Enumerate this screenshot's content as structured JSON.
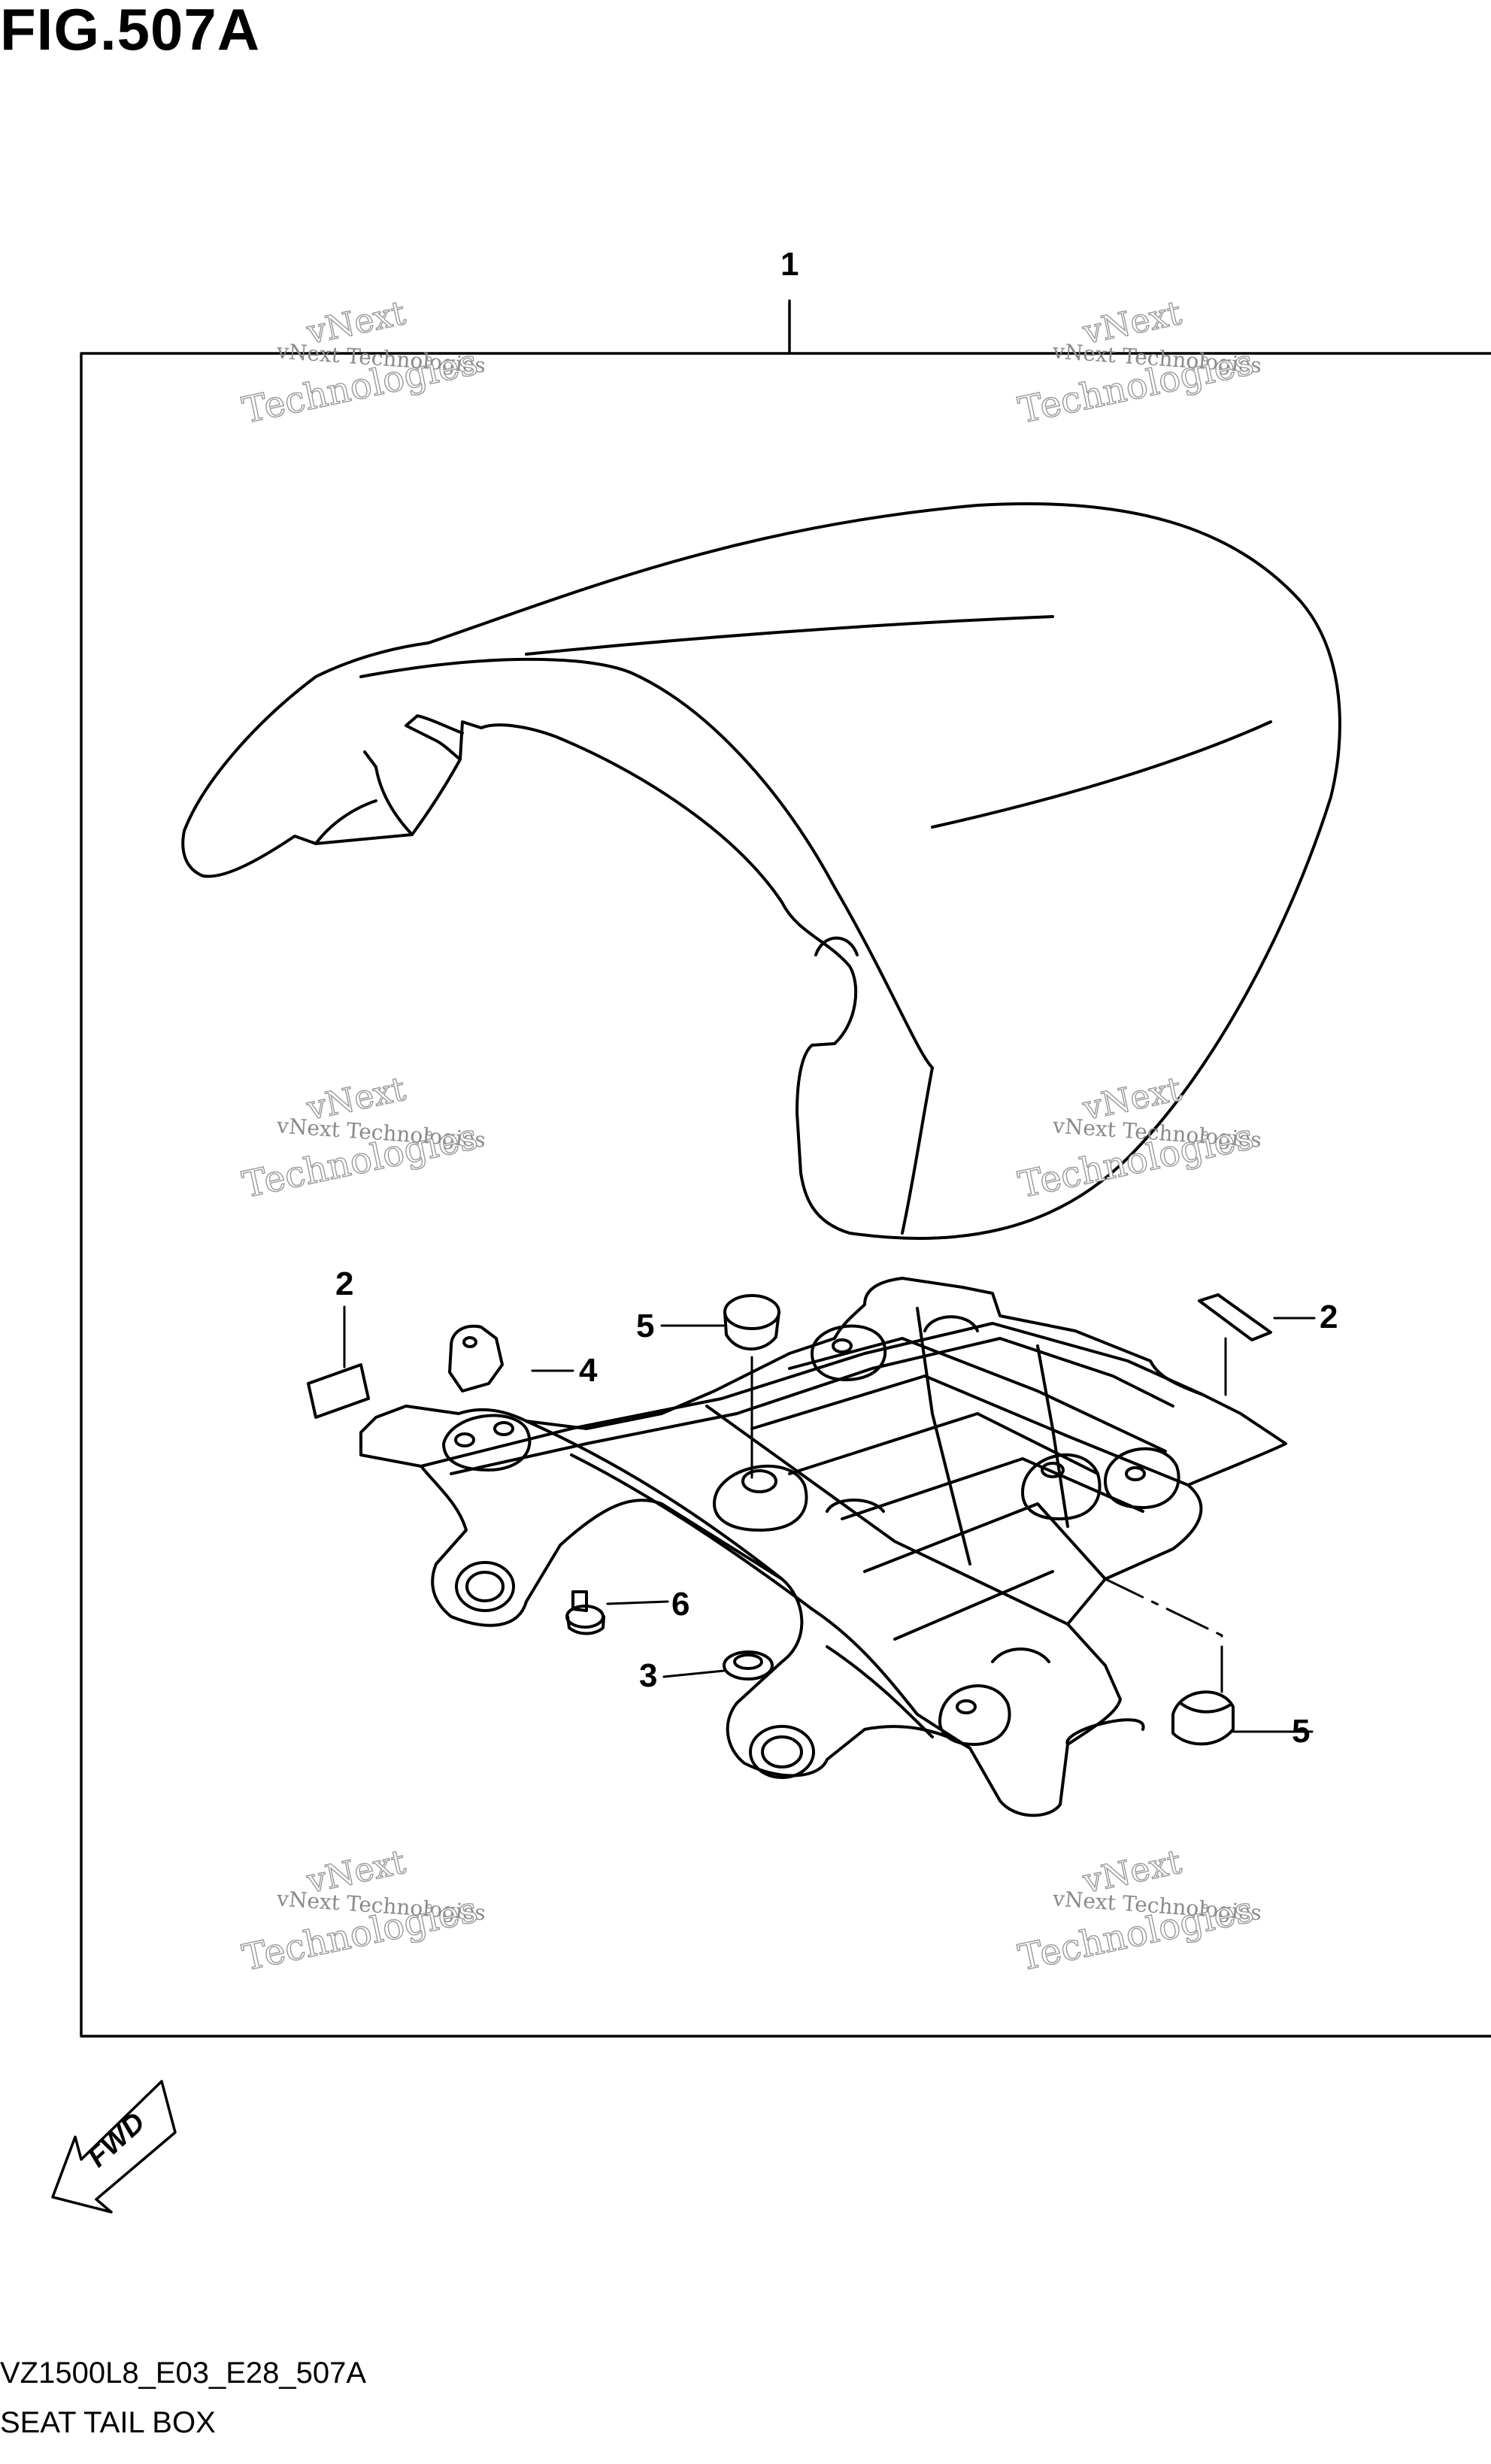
{
  "figure": {
    "title": "FIG.507A",
    "code": "VZ1500L8_E03_E28_507A",
    "name": "SEAT TAIL BOX"
  },
  "callouts": [
    "1",
    "2",
    "2",
    "3",
    "4",
    "5",
    "5",
    "6"
  ],
  "fwd_label": "FWD",
  "watermark": {
    "line": "vNext Technologies",
    "top": "vNext",
    "big": "Technologies"
  },
  "colors": {
    "line": "#000000",
    "watermark": "#9a9a9a"
  }
}
